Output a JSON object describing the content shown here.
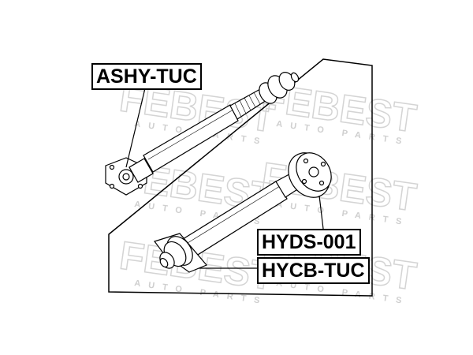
{
  "watermark": {
    "brand": "FEBEST",
    "sub": "AUTO PARTS",
    "color": "#d9d9d9"
  },
  "labels": {
    "ashy": "ASHY-TUC",
    "hyds": "HYDS-001",
    "hycb": "HYCB-TUC"
  },
  "colors": {
    "line": "#000000",
    "label_bg": "#ffffff"
  }
}
